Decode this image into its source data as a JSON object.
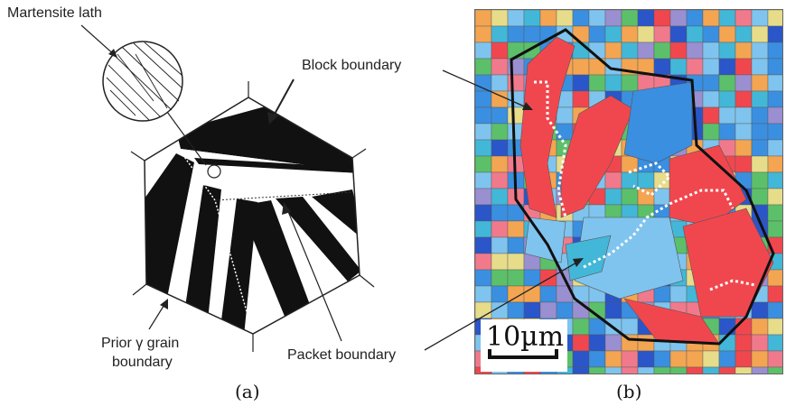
{
  "panel_a": {
    "labels": {
      "martensite_lath": "Martensite lath",
      "block_boundary": "Block boundary",
      "prior_gamma_line1": "Prior γ grain",
      "prior_gamma_line2": "boundary",
      "packet_boundary": "Packet boundary"
    },
    "caption": "(a)"
  },
  "panel_b": {
    "scale_bar": "10µm",
    "caption": "(b)"
  },
  "colors": {
    "red": "#f0474f",
    "pink": "#f07a8c",
    "blue": "#3a8fe0",
    "light_blue": "#7fc4ee",
    "cyan": "#43b7d8",
    "dark_blue": "#2a56c9",
    "green": "#5cc06a",
    "orange": "#f3a552",
    "yellow": "#e7dc8a",
    "purple": "#9a8fd0"
  }
}
